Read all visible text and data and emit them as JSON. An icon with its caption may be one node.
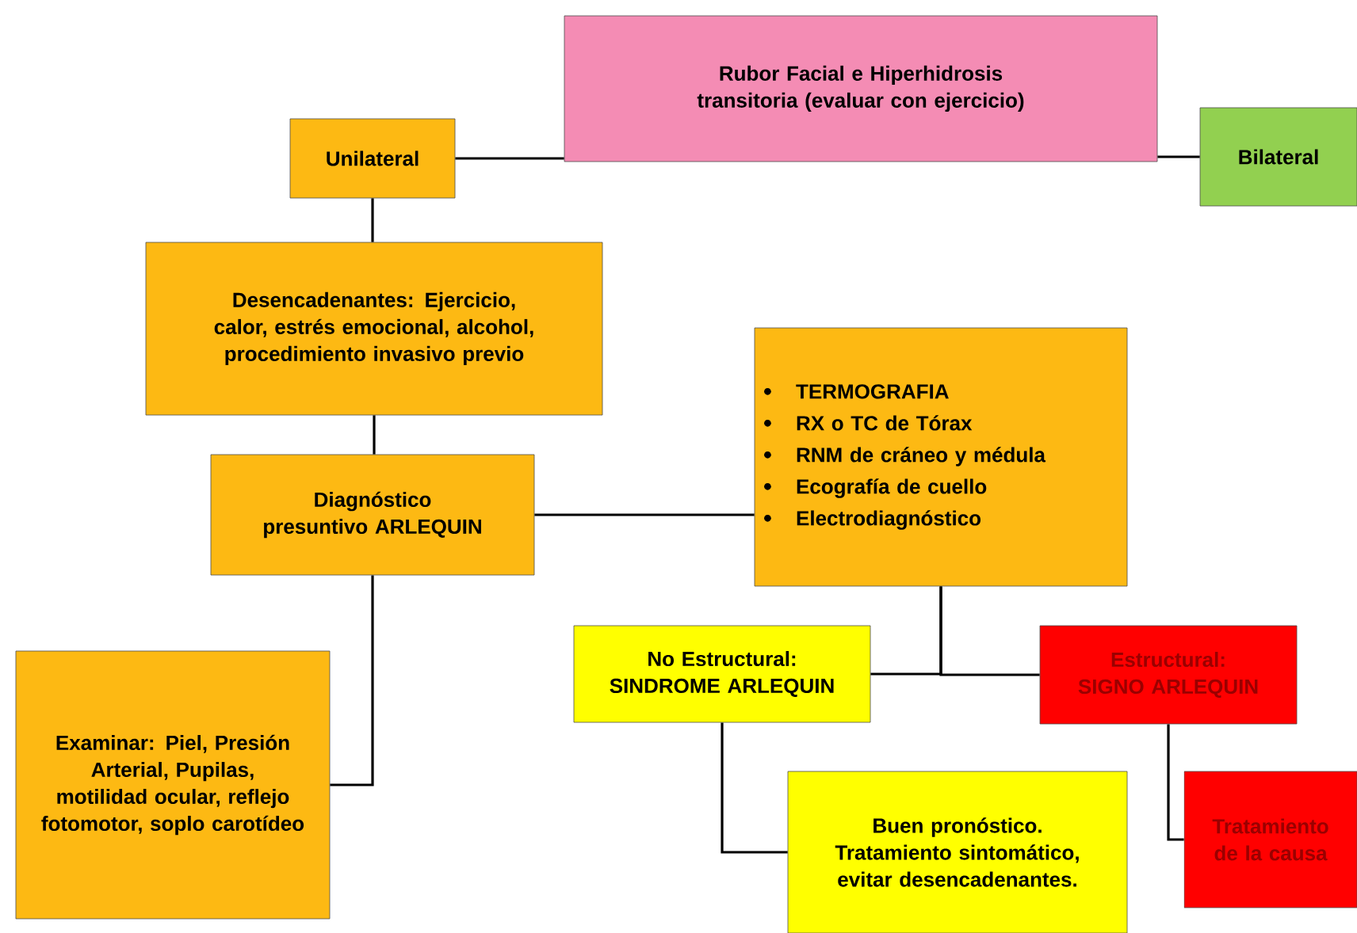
{
  "diagram": {
    "nodes": [
      {
        "text": [
          "Rubor Facial e Hiperhidrosis transitoria  (evaluar con ejercicio)"
        ]
      },
      {
        "text": [
          "Unilateral"
        ]
      },
      {
        "text": [
          "Bilateral"
        ]
      },
      {
        "text": [
          "Desencadenantes: Ejercicio, calor, estrés emocional, alcohol, procedimiento invasivo previo"
        ]
      },
      {
        "text": [
          "Diagnóstico presuntivo ARLEQUIN"
        ]
      },
      {
        "text": [
          "TERMOGRAFIA",
          "RX o TC de Tórax",
          "RNM de cráneo y médula",
          "Ecografía de cuello",
          "Electrodiagnóstico"
        ]
      },
      {
        "text": [
          "Examinar: Piel, Presión Arterial, Pupilas, motilidad ocular, reflejo fotomotor, soplo carotídeo"
        ]
      },
      {
        "text": [
          "No Estructural: SINDROME ARLEQUIN"
        ]
      },
      {
        "text": [
          "Estructural: SIGNO ARLEQUIN"
        ]
      },
      {
        "text": [
          "Buen pronóstico. Tratamiento sintomático, evitar desencadenantes."
        ]
      },
      {
        "text": [
          "Tratamiento de la causa"
        ]
      }
    ],
    "edges": [
      {
        "from": 0,
        "to": 1,
        "arrow": "none"
      },
      {
        "from": 0,
        "to": 2,
        "arrow": "none"
      },
      {
        "from": 1,
        "to": 3,
        "arrow": "none"
      },
      {
        "from": 3,
        "to": 4,
        "arrow": "none"
      },
      {
        "from": 4,
        "to": 5,
        "arrow": "none"
      },
      {
        "from": 4,
        "to": 6,
        "arrow": "none"
      },
      {
        "from": 5,
        "to": 7,
        "arrow": "none"
      },
      {
        "from": 5,
        "to": 8,
        "arrow": "none"
      },
      {
        "from": 7,
        "to": 9,
        "arrow": "none"
      },
      {
        "from": 8,
        "to": 10,
        "arrow": "none"
      }
    ]
  }
}
